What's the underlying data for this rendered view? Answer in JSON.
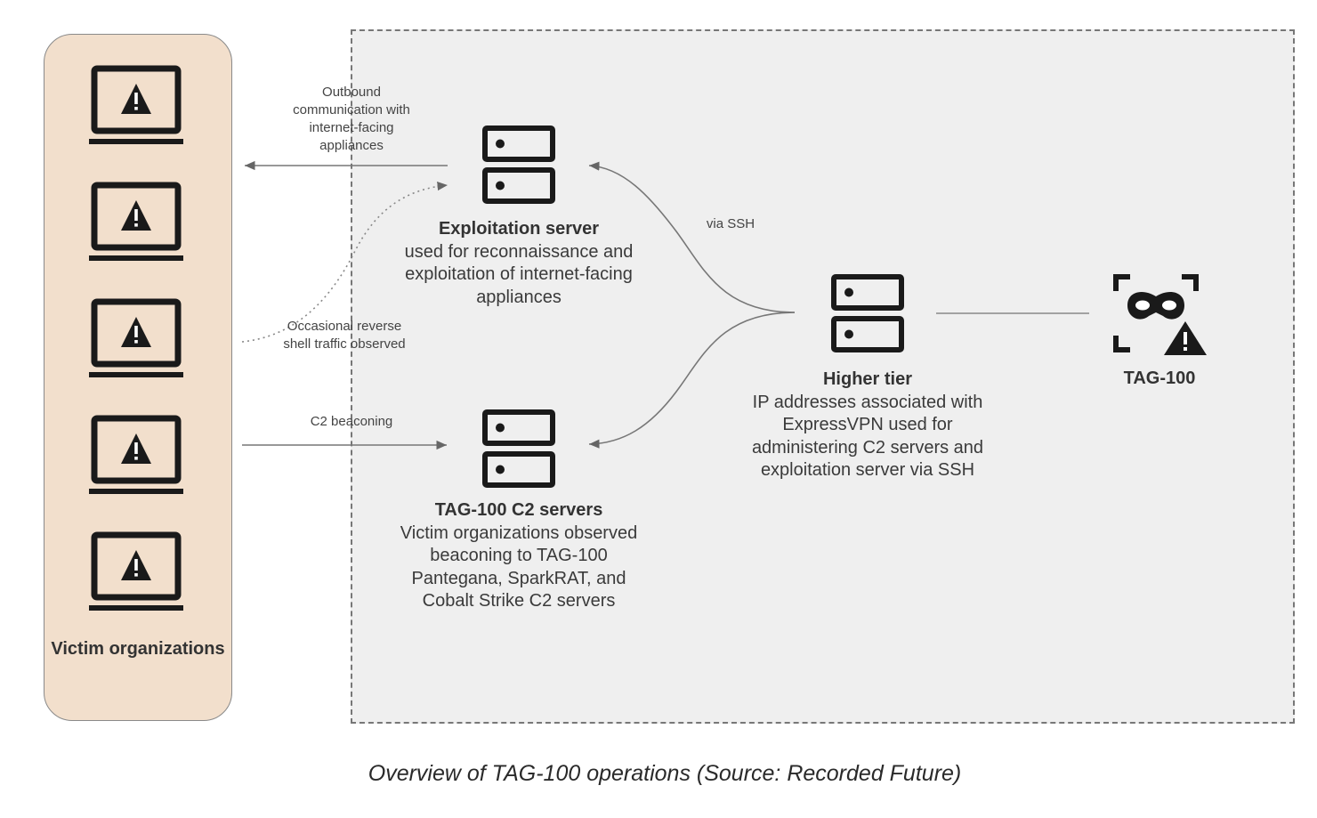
{
  "victims": {
    "label": "Victim organizations",
    "laptop_icon": "laptop-warning-icon",
    "count": 5
  },
  "nodes": {
    "exploitation": {
      "title": "Exploitation server",
      "description": "used for reconnaissance and exploitation of internet-facing appliances",
      "icon": "server-icon"
    },
    "c2": {
      "title": "TAG-100 C2 servers",
      "description": "Victim organizations observed beaconing to TAG-100 Pantegana, SparkRAT, and Cobalt Strike C2 servers",
      "icon": "server-icon"
    },
    "higher_tier": {
      "title": "Higher tier",
      "description": "IP addresses associated with ExpressVPN used for administering C2 servers and exploitation server via SSH",
      "icon": "server-icon"
    },
    "actor": {
      "title": "TAG-100",
      "icon": "masked-actor-warning-icon"
    }
  },
  "edges": {
    "outbound": "Outbound communication with internet-facing appliances",
    "reverse_shell": "Occasional reverse shell traffic observed",
    "c2_beaconing": "C2 beaconing",
    "via_ssh": "via SSH"
  },
  "caption": "Overview of TAG-100 operations (Source: Recorded Future)",
  "colors": {
    "victim_panel": "#f2dfcc",
    "infra_box": "#efefef",
    "icon": "#1a1a1a",
    "line": "#777777"
  }
}
